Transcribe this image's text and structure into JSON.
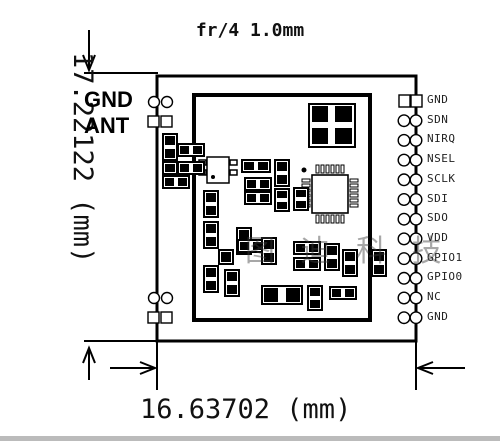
{
  "header_note": "fr/4 1.0mm",
  "dimensions": {
    "height": "17.22122 (mm)",
    "width": "16.63702 (mm)"
  },
  "left_pads": {
    "gnd": "GND",
    "ant": "ANT"
  },
  "right_pins": [
    "GND",
    "SDN",
    "NIRQ",
    "NSEL",
    "SCLK",
    "SDI",
    "SDO",
    "VDD",
    "GPIO1",
    "GPIO0",
    "NC",
    "GND"
  ],
  "watermark": "图 迪 科 技",
  "colors": {
    "line": "#000000",
    "background": "#ffffff"
  }
}
